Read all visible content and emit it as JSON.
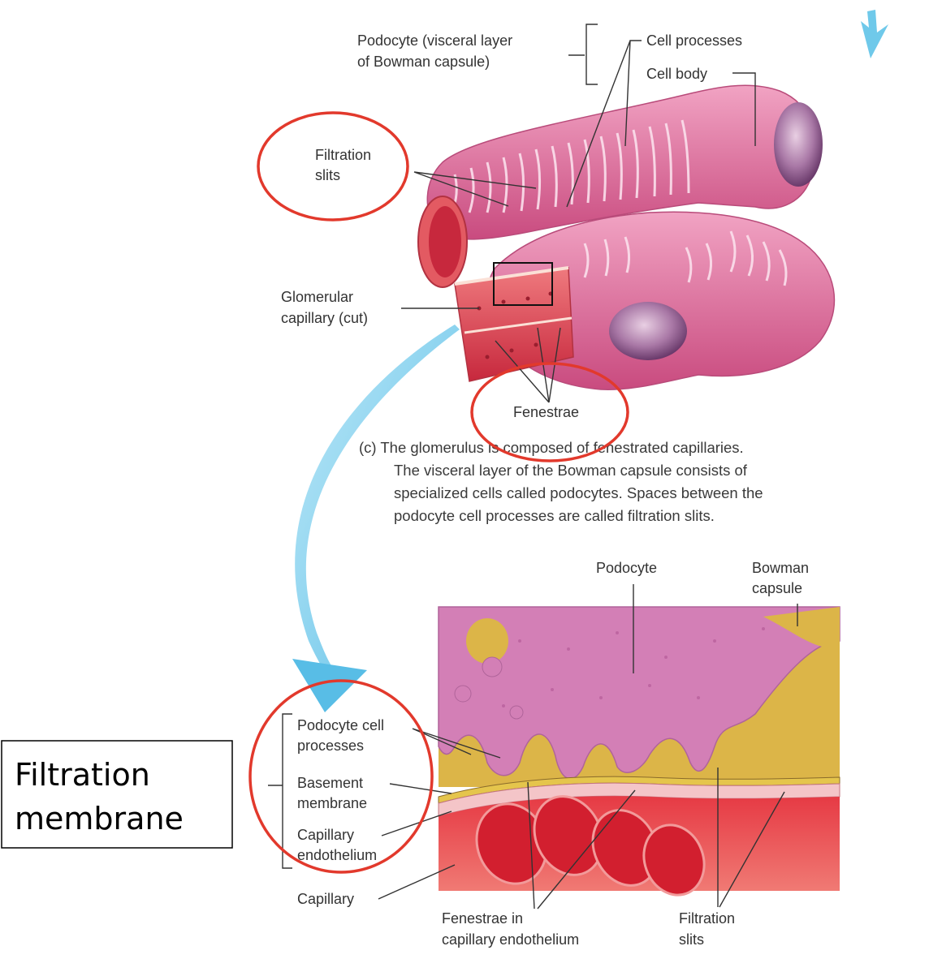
{
  "colors": {
    "highlight_ring": "#e2392c",
    "arrow": "#7fd0ee",
    "podocyte": "#e47aa4",
    "capillary": "#d8324a",
    "capsule_space": "#ddb84a"
  },
  "top_figure": {
    "podocyte_label": [
      "Podocyte (visceral layer",
      "of Bowman capsule)"
    ],
    "cell_processes": "Cell processes",
    "cell_body": "Cell body",
    "filtration_slits": [
      "Filtration",
      "slits"
    ],
    "glomerular_capillary": [
      "Glomerular",
      "capillary (cut)"
    ],
    "fenestrae": "Fenestrae",
    "caption": [
      "(c) The glomerulus is composed of fenestrated capillaries.",
      "The visceral layer of the Bowman capsule consists of",
      "specialized cells called podocytes. Spaces between the",
      "podocyte cell processes are called filtration slits."
    ]
  },
  "bottom_figure": {
    "podocyte": "Podocyte",
    "bowman_capsule": [
      "Bowman",
      "capsule"
    ],
    "podocyte_cell_processes": [
      "Podocyte cell",
      "processes"
    ],
    "basement_membrane": [
      "Basement",
      "membrane"
    ],
    "capillary_endothelium": [
      "Capillary",
      "endothelium"
    ],
    "capillary": "Capillary",
    "fenestrae_endothelium": [
      "Fenestrae in",
      "capillary endothelium"
    ],
    "filtration_slits": [
      "Filtration",
      "slits"
    ]
  },
  "callout": {
    "filtration_membrane": [
      "Filtration",
      "membrane"
    ]
  }
}
